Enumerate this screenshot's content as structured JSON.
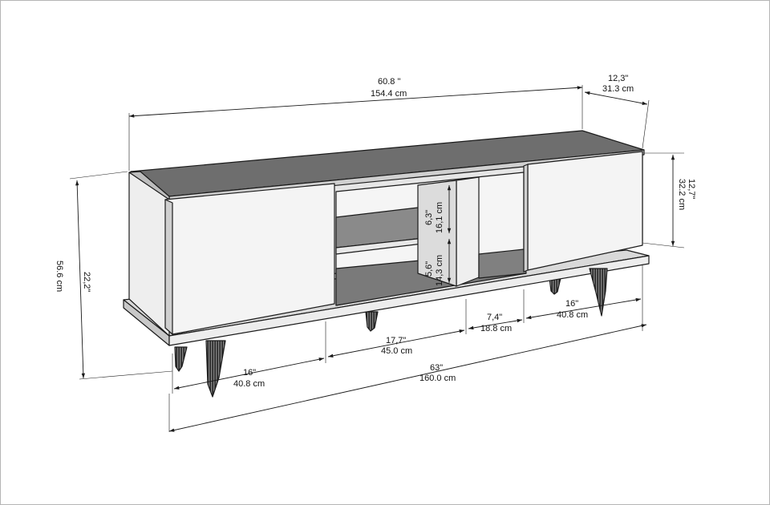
{
  "colors": {
    "panel_light": "#f3f3f3",
    "panel_shade": "#d9d9d9",
    "top_surface": "#6e6e6e",
    "inner_shadow": "#8a8a8a",
    "leg_dark": "#2a2a2a",
    "line": "#1a1a1a"
  },
  "dimensions": {
    "overall_width": {
      "in": "60.8 \"",
      "cm": "154.4 cm"
    },
    "depth": {
      "in": "12,3\"",
      "cm": "31.3 cm"
    },
    "compartment_height": {
      "in": "12,7\"",
      "cm": "32.2 cm"
    },
    "total_height": {
      "in": "22,2\"",
      "cm": "56.6 cm"
    },
    "upper_shelf_gap": {
      "in": "6,3\"",
      "cm": "16,1 cm"
    },
    "lower_shelf_gap": {
      "in": "5,6\"",
      "cm": "14,3 cm"
    },
    "left_door": {
      "in": "16\"",
      "cm": "40.8 cm"
    },
    "middle_section": {
      "in": "17,7\"",
      "cm": "45.0 cm"
    },
    "small_section": {
      "in": "7,4\"",
      "cm": "18.8 cm"
    },
    "right_door": {
      "in": "16\"",
      "cm": "40.8 cm"
    },
    "base_width": {
      "in": "63\"",
      "cm": "160.0 cm"
    }
  }
}
